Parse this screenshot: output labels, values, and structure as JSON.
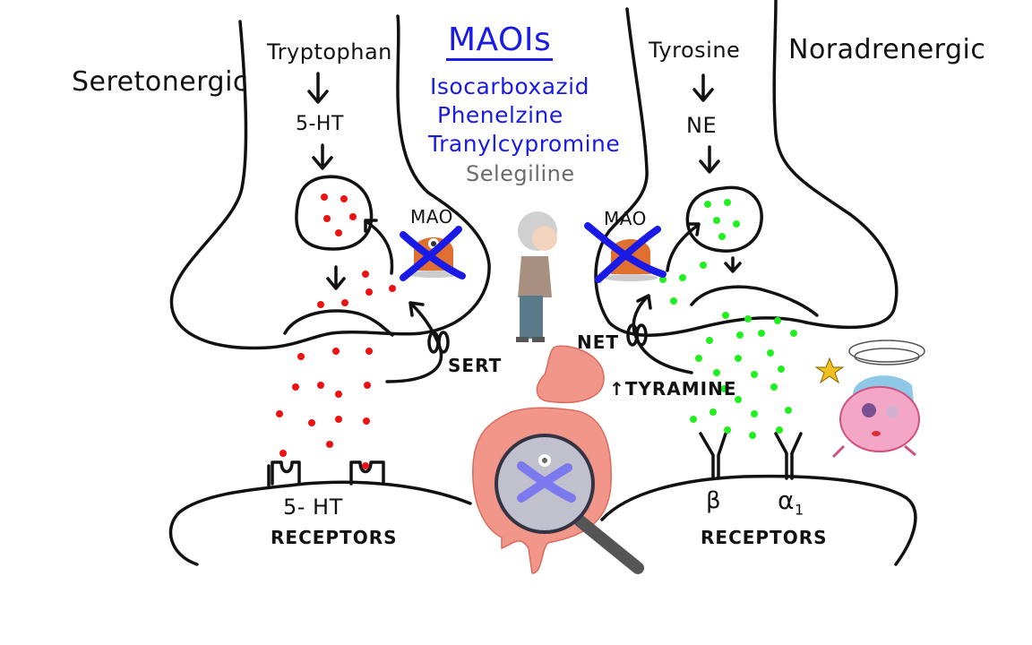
{
  "diagram": {
    "title": "MAOIs",
    "drugs": [
      {
        "name": "Isocarboxazid",
        "color": "#1a1ae6"
      },
      {
        "name": "Phenelzine",
        "color": "#1a1ae6"
      },
      {
        "name": "Tranylcypromine",
        "color": "#1a1ae6"
      },
      {
        "name": "Selegiline",
        "color": "#6b6b6b"
      }
    ],
    "left": {
      "heading": "Seretonergic",
      "precursor": "Tryptophan",
      "neurotransmitter": "5-HT",
      "enzyme": "MAO",
      "transporter": "SERT",
      "receptor_label_1": "5- HT",
      "receptor_label_2": "RECEPTORS",
      "dot_color": "#ee1111"
    },
    "right": {
      "heading": "Noradrenergic",
      "precursor": "Tyrosine",
      "neurotransmitter": "NE",
      "enzyme": "MAO",
      "transporter": "NET",
      "tyramine_label": "TYRAMINE",
      "tyramine_arrow": "↑",
      "receptor_beta": "β",
      "receptor_alpha": "α",
      "receptor_alpha_sub": "1",
      "receptor_label": "RECEPTORS",
      "dot_color": "#22ee22"
    },
    "colors": {
      "ink": "#111111",
      "inhibit_x": "#1a1ae6",
      "mao_enzyme": "#e07030",
      "gut": "#f2968a",
      "gut_edge": "#d86a5e"
    },
    "icons": [
      "elderly-person-icon",
      "gut-icon",
      "magnifying-glass-icon",
      "dizzy-brain-icon",
      "star-icon",
      "mao-enzyme-icon"
    ]
  }
}
